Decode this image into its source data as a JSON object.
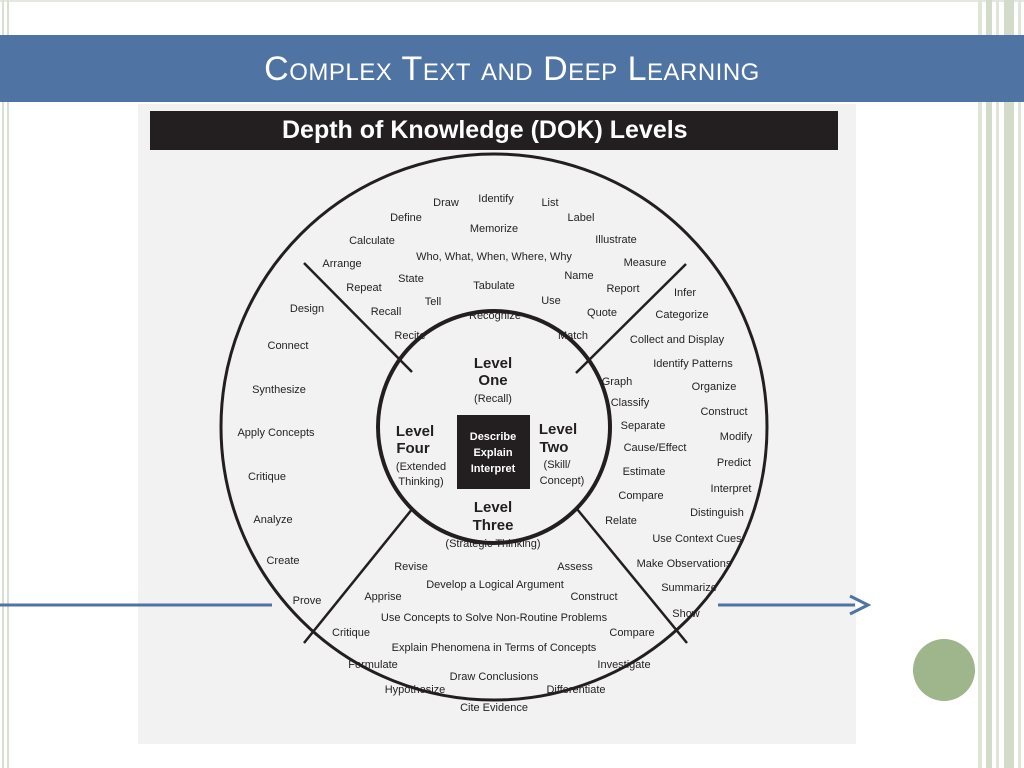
{
  "slide": {
    "title": "Complex Text and Deep Learning"
  },
  "figure": {
    "header": "Depth of Knowledge (DOK) Levels",
    "center_box": [
      "Describe",
      "Explain",
      "Interpret"
    ],
    "levels": {
      "one": {
        "line1": "Level",
        "line2": "One",
        "sub": "(Recall)"
      },
      "two": {
        "line1": "Level",
        "line2": "Two",
        "sub1": "(Skill/",
        "sub2": "Concept)"
      },
      "three": {
        "line1": "Level",
        "line2": "Three",
        "sub": "(Strategic Thinking)"
      },
      "four": {
        "line1": "Level",
        "line2": "Four",
        "sub1": "(Extended",
        "sub2": "Thinking)"
      }
    },
    "top_words": [
      "Draw",
      "Identify",
      "List",
      "Define",
      "Memorize",
      "Label",
      "Calculate",
      "Illustrate",
      "Who, What, When, Where, Why",
      "Arrange",
      "Measure",
      "State",
      "Name",
      "Repeat",
      "Tabulate",
      "Report",
      "Tell",
      "Use",
      "Recall",
      "Quote",
      "Recognize",
      "Recite",
      "Match"
    ],
    "right_words": [
      "Infer",
      "Categorize",
      "Collect and Display",
      "Identify Patterns",
      "Graph",
      "Organize",
      "Classify",
      "Construct",
      "Separate",
      "Modify",
      "Cause/Effect",
      "Predict",
      "Estimate",
      "Interpret",
      "Compare",
      "Distinguish",
      "Relate",
      "Use Context Cues",
      "Make Observations",
      "Summarize",
      "Show"
    ],
    "bottom_words": [
      "Revise",
      "Assess",
      "Develop a Logical Argument",
      "Apprise",
      "Construct",
      "Use Concepts to Solve Non-Routine Problems",
      "Critique",
      "Compare",
      "Explain Phenomena in Terms of Concepts",
      "Formulate",
      "Investigate",
      "Draw Conclusions",
      "Hypothesize",
      "Differentiate",
      "Cite Evidence"
    ],
    "left_words": [
      "Design",
      "Connect",
      "Synthesize",
      "Apply Concepts",
      "Critique",
      "Analyze",
      "Create",
      "Prove"
    ]
  },
  "colors": {
    "title_band": "#4f74a4",
    "arrow": "#4f74a4",
    "dot": "#9fb58b",
    "ink": "#231f20"
  }
}
